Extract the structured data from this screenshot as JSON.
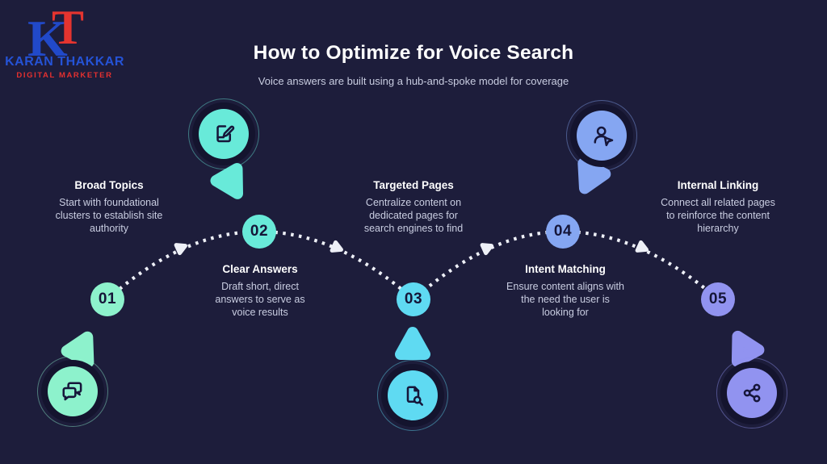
{
  "brand": {
    "monogram_k": "K",
    "monogram_t": "T",
    "name": "KARAN THAKKAR",
    "tagline": "DIGITAL MARKETER",
    "k_color": "#2149c9",
    "t_color": "#e4342f"
  },
  "header": {
    "title": "How to Optimize for Voice Search",
    "subtitle": "Voice answers are built using a hub-and-spoke model for coverage"
  },
  "steps": [
    {
      "num": "01",
      "title": "Broad Topics",
      "description": "Start with foundational clusters to establish site authority",
      "color": "#8df2cc",
      "icon": "chat-bubbles-icon"
    },
    {
      "num": "02",
      "title": "Clear Answers",
      "description": "Draft short, direct answers to serve as voice results",
      "color": "#68ead9",
      "icon": "edit-document-icon"
    },
    {
      "num": "03",
      "title": "Targeted Pages",
      "description": "Centralize content on dedicated pages for search engines to find",
      "color": "#5fdaf2",
      "icon": "document-search-icon"
    },
    {
      "num": "04",
      "title": "Intent Matching",
      "description": "Ensure content aligns with the need the user is looking for",
      "color": "#85a6f2",
      "icon": "user-cursor-icon"
    },
    {
      "num": "05",
      "title": "Internal Linking",
      "description": "Connect all related pages to reinforce the content hierarchy",
      "color": "#9193f0",
      "icon": "share-nodes-icon"
    }
  ],
  "colors": {
    "background": "#1d1d3b",
    "path_dots": "#eef0f7",
    "badge_ring": "#14142e",
    "number_text": "#151538",
    "title_text": "#ffffff",
    "body_text": "#c9cde1"
  }
}
